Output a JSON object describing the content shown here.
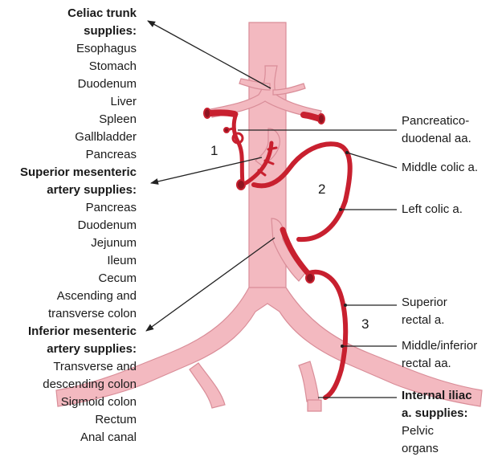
{
  "left_groups": {
    "celiac": {
      "title": [
        "Celiac trunk",
        "supplies:"
      ],
      "items": [
        "Esophagus",
        "Stomach",
        "Duodenum",
        "Liver",
        "Spleen",
        "Gallbladder",
        "Pancreas"
      ]
    },
    "sma": {
      "title": [
        "Superior mesenteric",
        "artery supplies:"
      ],
      "items": [
        "Pancreas",
        "Duodenum",
        "Jejunum",
        "Ileum",
        "Cecum",
        "Ascending and",
        "transverse colon"
      ]
    },
    "ima": {
      "title": [
        "Inferior mesenteric",
        "artery supplies:"
      ],
      "items": [
        "Transverse and",
        "descending colon",
        "Sigmoid colon",
        "Rectum",
        "Anal canal"
      ]
    }
  },
  "right_labels": {
    "pancreaticoduodenal": [
      "Pancreatico-",
      "duodenal aa."
    ],
    "middle_colic": [
      "Middle colic a."
    ],
    "left_colic": [
      "Left colic a."
    ],
    "superior_rectal": [
      "Superior",
      "rectal a."
    ],
    "middle_inferior_rectal": [
      "Middle/inferior",
      "rectal aa."
    ],
    "internal_iliac": {
      "title": [
        "Internal iliac",
        "a. supplies:"
      ],
      "items": [
        "Pelvic",
        "organs"
      ]
    }
  },
  "region_numbers": [
    "1",
    "2",
    "3"
  ],
  "colors": {
    "aorta_fill": "#f3b9c0",
    "aorta_stroke": "#d98d98",
    "artery": "#c8202f",
    "artery_dark": "#8e1420",
    "leader": "#222222"
  }
}
